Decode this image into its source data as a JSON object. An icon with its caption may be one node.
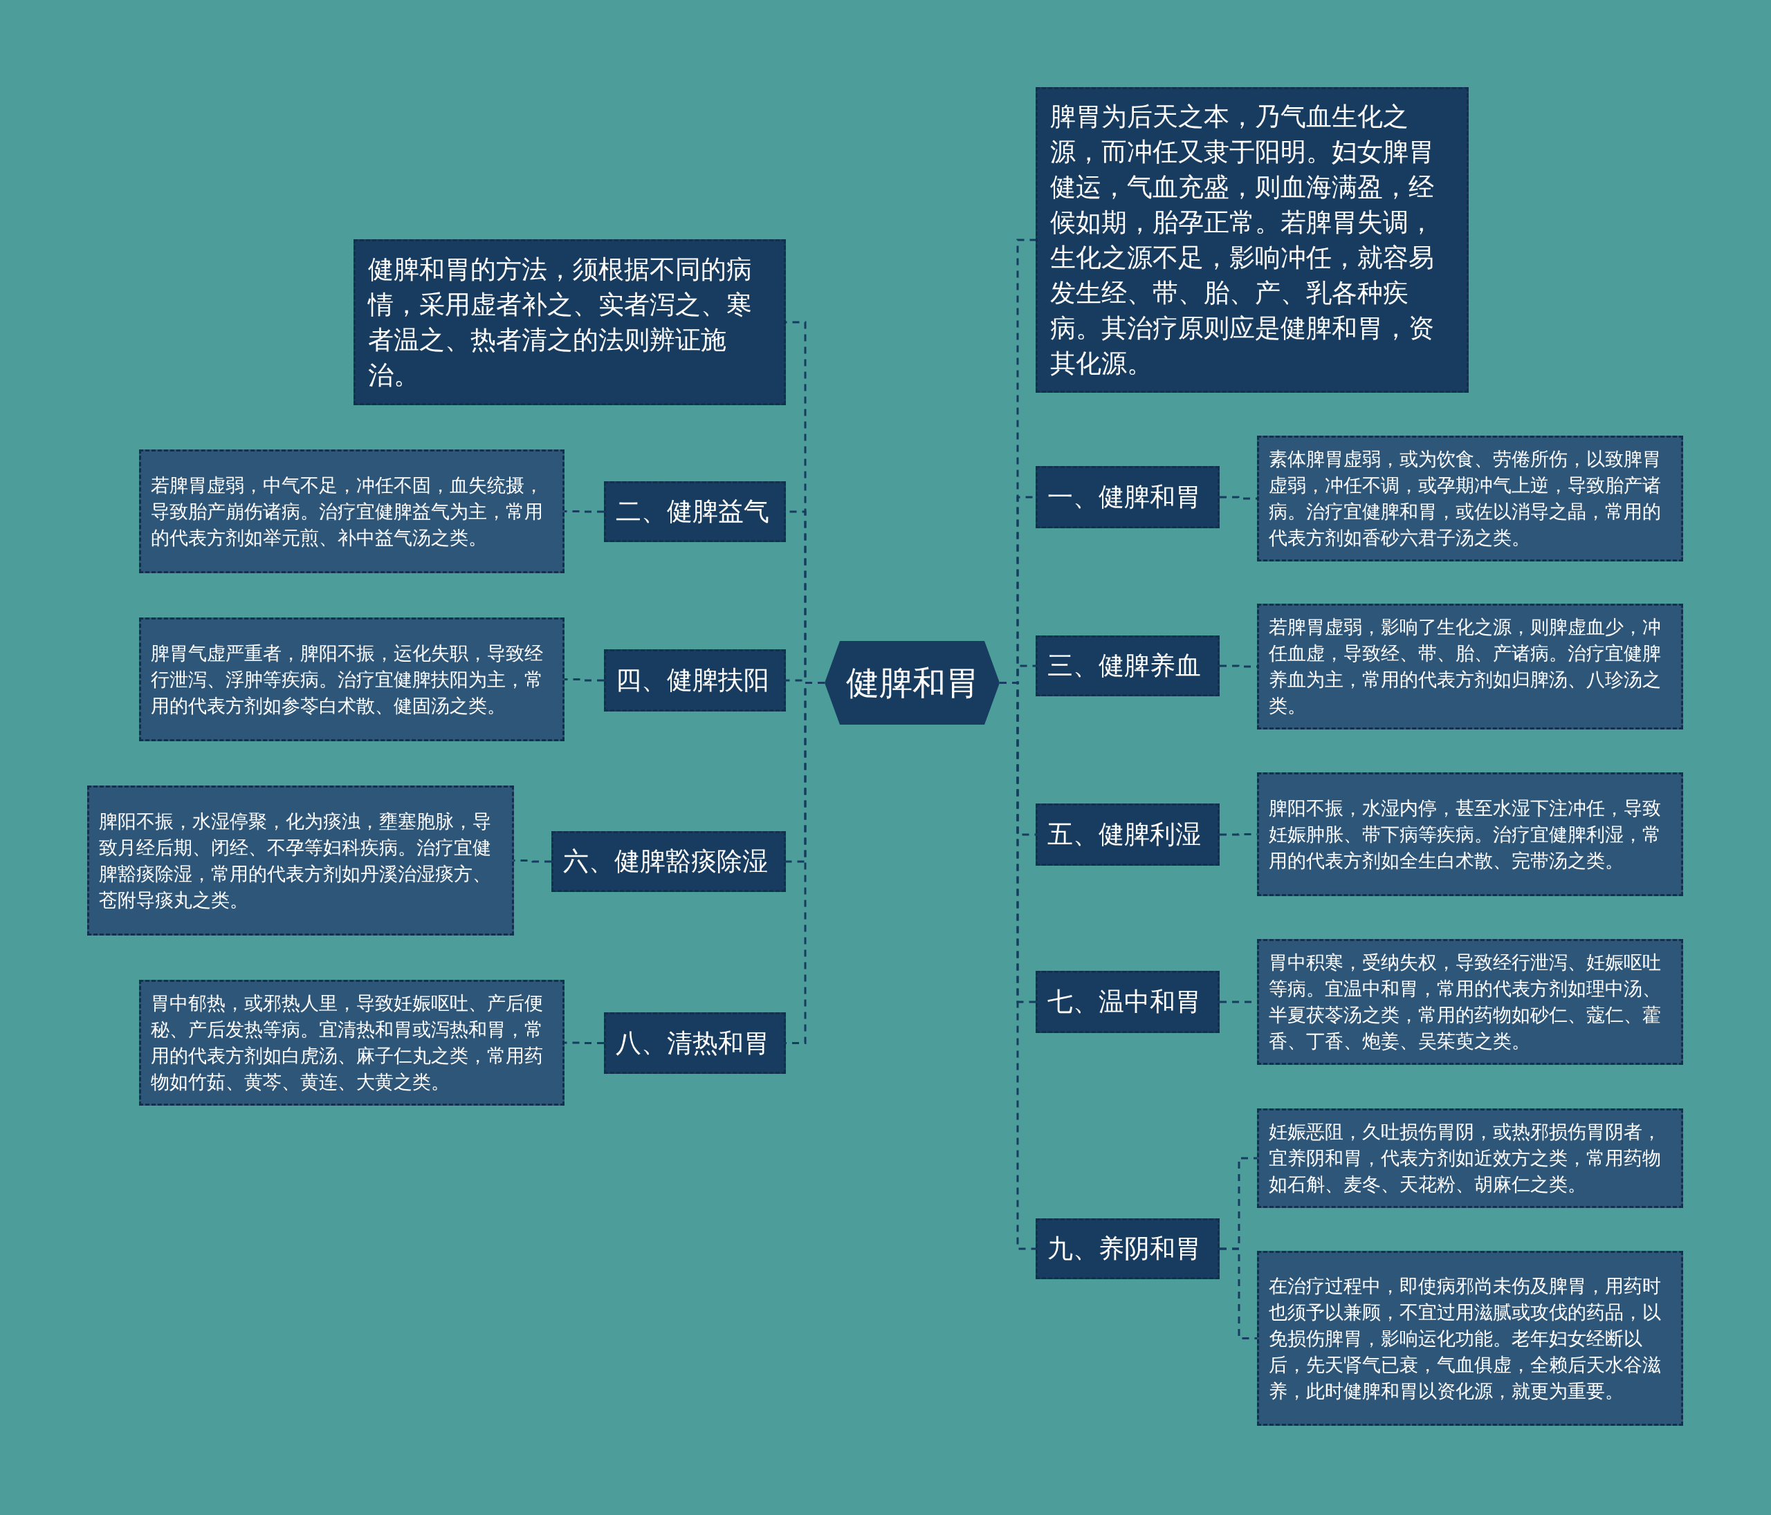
{
  "diagram": {
    "nodes": [
      {
        "text": [
          "健脾和胃"
        ]
      },
      {
        "text": [
          "脾胃为后天之本，乃气血生化之源，而冲任又隶于阳明。妇女脾胃健运，气血充盛，则血海满盈，经候如期，胎孕正常。若脾胃失调，生化之源不足，影响冲任，就容易发生经、带、胎、产、乳各种疾病。其治疗原则应是健脾和胃，资其化源。"
        ]
      },
      {
        "text": [
          "一、健脾和胃"
        ]
      },
      {
        "text": [
          "素体脾胃虚弱，或为饮食、劳倦所伤，以致脾胃虚弱，冲任不调，或孕期冲气上逆，导致胎产诸病。治疗宜健脾和胃，或佐以消导之晶，常用的代表方剂如香砂六君子汤之类。"
        ]
      },
      {
        "text": [
          "三、健脾养血"
        ]
      },
      {
        "text": [
          "若脾胃虚弱，影响了生化之源，则脾虚血少，冲任血虚，导致经、带、胎、产诸病。治疗宜健脾养血为主，常用的代表方剂如归脾汤、八珍汤之类。"
        ]
      },
      {
        "text": [
          "五、健脾利湿"
        ]
      },
      {
        "text": [
          "脾阳不振，水湿内停，甚至水湿下注冲任，导致妊娠肿胀、带下病等疾病。治疗宜健脾利湿，常用的代表方剂如全生白术散、完带汤之类。"
        ]
      },
      {
        "text": [
          "七、温中和胃"
        ]
      },
      {
        "text": [
          "胃中积寒，受纳失权，导致经行泄泻、妊娠呕吐等病。宜温中和胃，常用的代表方剂如理中汤、半夏茯苓汤之类，常用的药物如砂仁、蔻仁、藿香、丁香、炮姜、吴茱萸之类。"
        ]
      },
      {
        "text": [
          "九、养阴和胃"
        ]
      },
      {
        "text": [
          "妊娠恶阻，久吐损伤胃阴，或热邪损伤胃阴者，宜养阴和胃，代表方剂如近效方之类，常用药物如石斛、麦冬、天花粉、胡麻仁之类。"
        ]
      },
      {
        "text": [
          "在治疗过程中，即使病邪尚未伤及脾胃，用药时也须予以兼顾，不宜过用滋腻或攻伐的药品，以免损伤脾胃，影响运化功能。老年妇女经断以后，先天肾气已衰，气血俱虚，全赖后天水谷滋养，此时健脾和胃以资化源，就更为重要。"
        ]
      },
      {
        "text": [
          "健脾和胃的方法，须根据不同的病情，采用虚者补之、实者泻之、寒者温之、热者清之的法则辨证施治。"
        ]
      },
      {
        "text": [
          "二、健脾益气"
        ]
      },
      {
        "text": [
          "若脾胃虚弱，中气不足，冲任不固，血失统摄，导致胎产崩伤诸病。治疗宜健脾益气为主，常用的代表方剂如举元煎、补中益气汤之类。"
        ]
      },
      {
        "text": [
          "四、健脾扶阳"
        ]
      },
      {
        "text": [
          "脾胃气虚严重者，脾阳不振，运化失职，导致经行泄泻、浮肿等疾病。治疗宜健脾扶阳为主，常用的代表方剂如参苓白术散、健固汤之类。"
        ]
      },
      {
        "text": [
          "六、健脾豁痰除湿"
        ]
      },
      {
        "text": [
          "脾阳不振，水湿停聚，化为痰浊，壅塞胞脉，导致月经后期、闭经、不孕等妇科疾病。治疗宜健脾豁痰除湿，常用的代表方剂如丹溪治湿痰方、苍附导痰丸之类。"
        ]
      },
      {
        "text": [
          "八、清热和胃"
        ]
      },
      {
        "text": [
          "胃中郁热，或邪热人里，导致妊娠呕吐、产后便秘、产后发热等病。宜清热和胃或泻热和胃，常用的代表方剂如白虎汤、麻子仁丸之类，常用药物如竹茹、黄芩、黄连、大黄之类。"
        ]
      }
    ],
    "edges": [
      {
        "from": 0,
        "to": 1,
        "arrow": "none"
      },
      {
        "from": 0,
        "to": 2,
        "arrow": "none"
      },
      {
        "from": 2,
        "to": 3,
        "arrow": "none"
      },
      {
        "from": 0,
        "to": 4,
        "arrow": "none"
      },
      {
        "from": 4,
        "to": 5,
        "arrow": "none"
      },
      {
        "from": 0,
        "to": 6,
        "arrow": "none"
      },
      {
        "from": 6,
        "to": 7,
        "arrow": "none"
      },
      {
        "from": 0,
        "to": 8,
        "arrow": "none"
      },
      {
        "from": 8,
        "to": 9,
        "arrow": "none"
      },
      {
        "from": 0,
        "to": 10,
        "arrow": "none"
      },
      {
        "from": 10,
        "to": 11,
        "arrow": "none"
      },
      {
        "from": 10,
        "to": 12,
        "arrow": "none"
      },
      {
        "from": 0,
        "to": 13,
        "arrow": "none"
      },
      {
        "from": 0,
        "to": 14,
        "arrow": "none"
      },
      {
        "from": 14,
        "to": 15,
        "arrow": "none"
      },
      {
        "from": 0,
        "to": 16,
        "arrow": "none"
      },
      {
        "from": 16,
        "to": 17,
        "arrow": "none"
      },
      {
        "from": 0,
        "to": 18,
        "arrow": "none"
      },
      {
        "from": 18,
        "to": 19,
        "arrow": "none"
      },
      {
        "from": 0,
        "to": 20,
        "arrow": "none"
      },
      {
        "from": 20,
        "to": 21,
        "arrow": "none"
      }
    ]
  }
}
